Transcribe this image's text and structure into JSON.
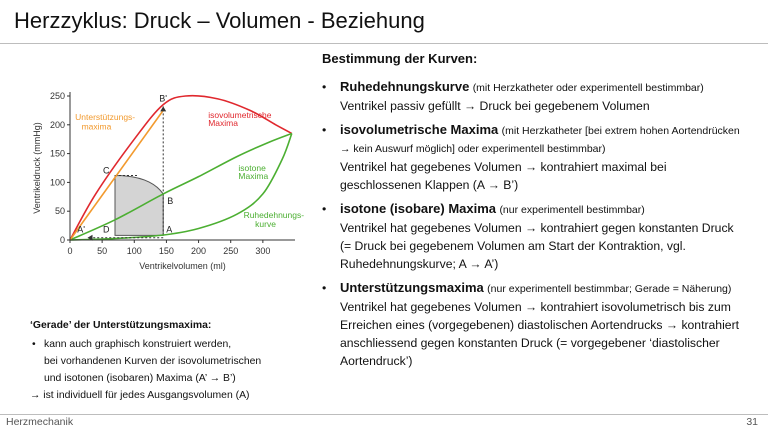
{
  "title": "Herzzyklus: Druck – Volumen - Beziehung",
  "footer": {
    "left": "Herzmechanik",
    "page": "31"
  },
  "colors": {
    "red": "#e0282e",
    "green": "#4caf32",
    "orange": "#f29a2e",
    "gray": "#d4d4d4"
  },
  "chart_data": {
    "type": "line",
    "xlabel": "Ventrikelvolumen (ml)",
    "ylabel": "Ventrikeldruck (mmHg)",
    "xlim": [
      0,
      350
    ],
    "ylim": [
      0,
      250
    ],
    "xticks": [
      0,
      50,
      100,
      150,
      200,
      250,
      300
    ],
    "yticks": [
      0,
      50,
      100,
      150,
      200,
      250
    ],
    "series": [
      {
        "color": "#e0282e",
        "x": [
          0,
          40,
          100,
          145,
          180,
          230,
          280,
          320,
          345
        ],
        "y": [
          0,
          80,
          175,
          235,
          250,
          245,
          225,
          200,
          185
        ]
      },
      {
        "color": "#4caf32",
        "x": [
          0,
          70,
          145,
          200,
          260,
          310,
          345
        ],
        "y": [
          0,
          35,
          80,
          110,
          145,
          170,
          185
        ]
      },
      {
        "color": "#4caf32",
        "x": [
          0,
          60,
          140,
          200,
          260,
          300,
          330,
          345
        ],
        "y": [
          0,
          2,
          8,
          20,
          45,
          80,
          140,
          185
        ]
      },
      {
        "color": "#f29a2e",
        "x": [
          0,
          145
        ],
        "y": [
          0,
          225
        ]
      }
    ],
    "annotations": [
      {
        "text": "isovolumetrische",
        "x": 215,
        "y": 212,
        "color": "#e0282e"
      },
      {
        "text": "Maxima",
        "x": 215,
        "y": 198,
        "color": "#e0282e"
      },
      {
        "text": "isotone",
        "x": 262,
        "y": 120,
        "color": "#4caf32"
      },
      {
        "text": "Maxima",
        "x": 262,
        "y": 106,
        "color": "#4caf32"
      },
      {
        "text": "Ruhedehnungs-",
        "x": 270,
        "y": 38,
        "color": "#4caf32"
      },
      {
        "text": "kurve",
        "x": 288,
        "y": 23,
        "color": "#4caf32"
      },
      {
        "text": "Unterstützungs-",
        "x": 8,
        "y": 208,
        "color": "#f29a2e"
      },
      {
        "text": "maxima",
        "x": 18,
        "y": 192,
        "color": "#f29a2e"
      }
    ],
    "points": [
      {
        "label": "A",
        "x": 145,
        "y": 8
      },
      {
        "label": "A'",
        "x": 30,
        "y": 8
      },
      {
        "label": "B",
        "x": 145,
        "y": 80
      },
      {
        "label": "B'",
        "x": 145,
        "y": 232
      },
      {
        "label": "C",
        "x": 70,
        "y": 112
      },
      {
        "label": "D",
        "x": 70,
        "y": 8
      }
    ]
  },
  "right": {
    "heading": "Bestimmung der Kurven:",
    "items": [
      {
        "term": "Ruhedehnungskurve",
        "note": "(mit Herzkatheter oder experimentell bestimmbar)",
        "lines": [
          "Ventrikel passiv gefüllt → Druck bei gegebenem Volumen"
        ]
      },
      {
        "term": "isovolumetrische Maxima",
        "note": "(mit Herzkatheter [bei extrem hohen Aortendrücken",
        "note2": "→ kein Auswurf möglich] oder experimentell bestimmbar)",
        "lines": [
          "Ventrikel hat gegebenes Volumen → kontrahiert maximal bei",
          "geschlossenen Klappen (A → B’)"
        ]
      },
      {
        "term": "isotone (isobare) Maxima",
        "note": "(nur experimentell bestimmbar)",
        "lines": [
          "Ventrikel hat gegebenes Volumen → kontrahiert gegen konstanten Druck",
          "(= Druck bei gegebenem Volumen am Start der Kontraktion, vgl.",
          "Ruhedehnungskurve;  A → A’)"
        ]
      },
      {
        "term": "Unterstützungsmaxima",
        "note": "(nur experimentell bestimmbar; Gerade = Näherung)",
        "lines": [
          "Ventrikel hat gegebenes Volumen → kontrahiert isovolumetrisch bis zum",
          "Erreichen eines (vorgegebenen) diastolischen Aortendrucks → kontrahiert",
          "anschliessend gegen konstanten Druck (= vorgegebener ‘diastolischer",
          "Aortendruck’)"
        ]
      }
    ]
  },
  "left_note": {
    "title": "‘Gerade’ der Unterstützungsmaxima:",
    "bullet_lines": [
      "kann auch graphisch konstruiert werden,",
      "bei vorhandenen Kurven der isovolumetrischen",
      "und isotonen (isobaren) Maxima  (A’ → B’)"
    ],
    "arrow_line": "→ ist individuell für jedes Ausgangsvolumen (A)"
  }
}
